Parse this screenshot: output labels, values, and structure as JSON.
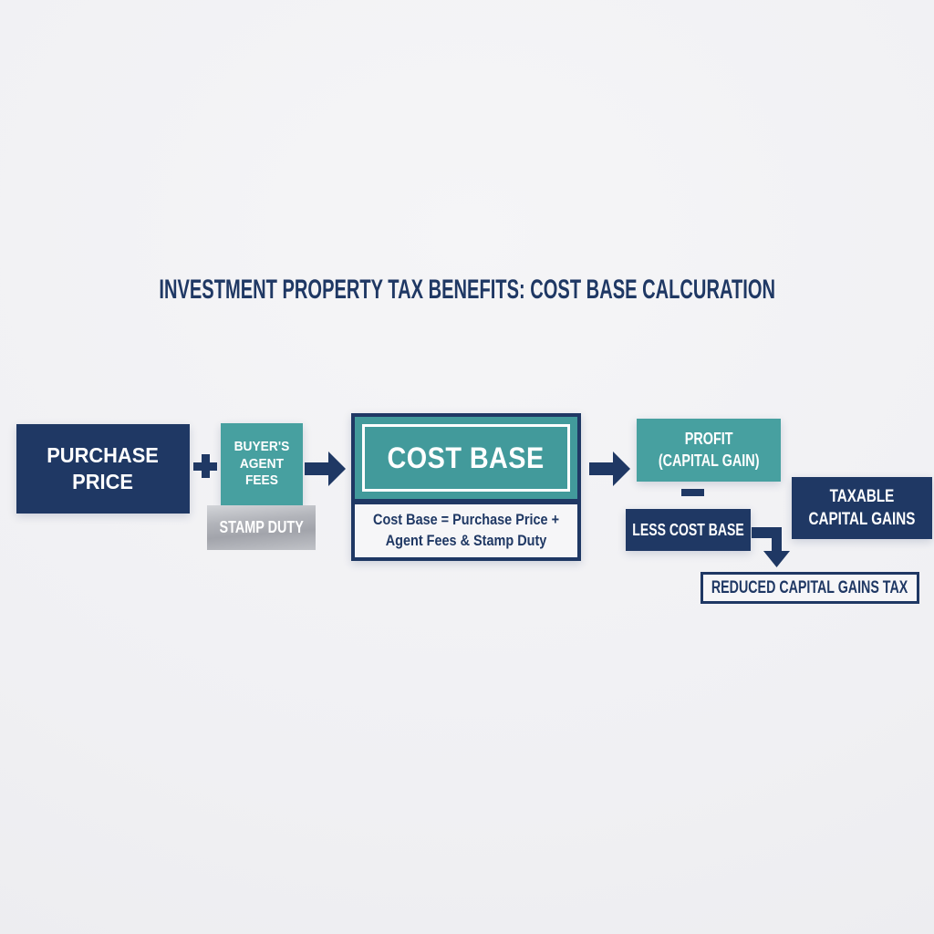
{
  "colors": {
    "navy": "#1f3864",
    "teal": "#47a0a0",
    "teal_dark": "#429a9b",
    "background": "#f0f0f3",
    "panel": "#f6f6f8"
  },
  "title": "INVESTMENT PROPERTY TAX BENEFITS: COST BASE CALCURATION",
  "nodes": {
    "purchase_price": {
      "line1": "PURCHASE",
      "line2": "PRICE"
    },
    "buyers_agent_fees": {
      "line1": "BUYER'S",
      "line2": "AGENT",
      "line3": "FEES"
    },
    "stamp_duty": {
      "label": "STAMP DUTY"
    },
    "cost_base": {
      "heading": "COST BASE",
      "formula_line1": "Cost Base = Purchase Price +",
      "formula_line2": "Agent Fees & Stamp Duty"
    },
    "profit": {
      "line1": "PROFIT",
      "line2": "(CAPITAL GAIN)"
    },
    "less_cost_base": {
      "label": "LESS COST BASE"
    },
    "taxable_capital_gains": {
      "line1": "TAXABLE",
      "line2": "CAPITAL GAINS"
    },
    "reduced_capital_gains_tax": {
      "label": "REDUCED CAPITAL GAINS TAX"
    }
  },
  "operators": {
    "plus": "+",
    "minus": "−"
  },
  "icons": {
    "arrow_1": "arrow-right",
    "arrow_2": "arrow-right",
    "elbow_arrow": "elbow-arrow-down"
  }
}
